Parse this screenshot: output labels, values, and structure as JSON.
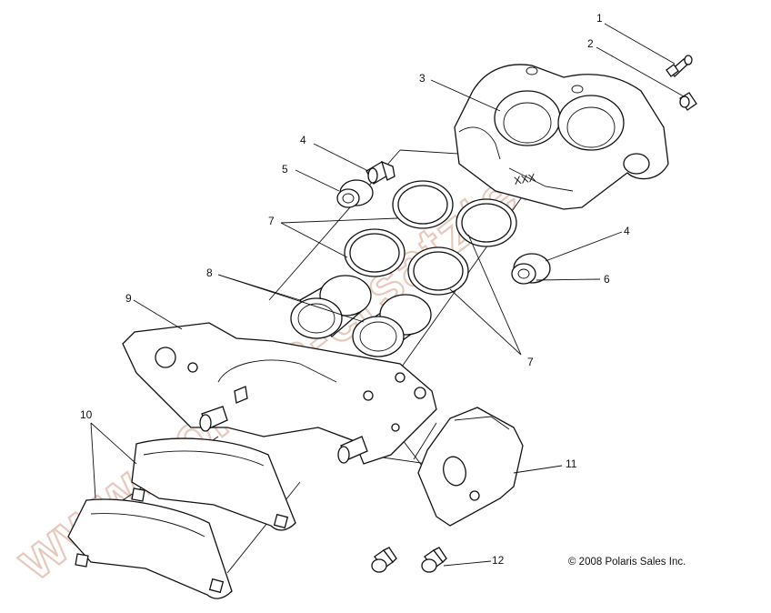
{
  "callouts": [
    {
      "id": "c1",
      "label": "1"
    },
    {
      "id": "c2",
      "label": "2"
    },
    {
      "id": "c3",
      "label": "3"
    },
    {
      "id": "c4a",
      "label": "4"
    },
    {
      "id": "c4b",
      "label": "4"
    },
    {
      "id": "c5",
      "label": "5"
    },
    {
      "id": "c6",
      "label": "6"
    },
    {
      "id": "c7a",
      "label": "7"
    },
    {
      "id": "c7b",
      "label": "7"
    },
    {
      "id": "c8",
      "label": "8"
    },
    {
      "id": "c9",
      "label": "9"
    },
    {
      "id": "c10",
      "label": "10"
    },
    {
      "id": "c11",
      "label": "11"
    },
    {
      "id": "c12",
      "label": "12"
    }
  ],
  "caliper_marking": "XXX",
  "copyright": "© 2008 Polaris Sales Inc.",
  "watermark": "www.polaris-ersatzteile.de"
}
